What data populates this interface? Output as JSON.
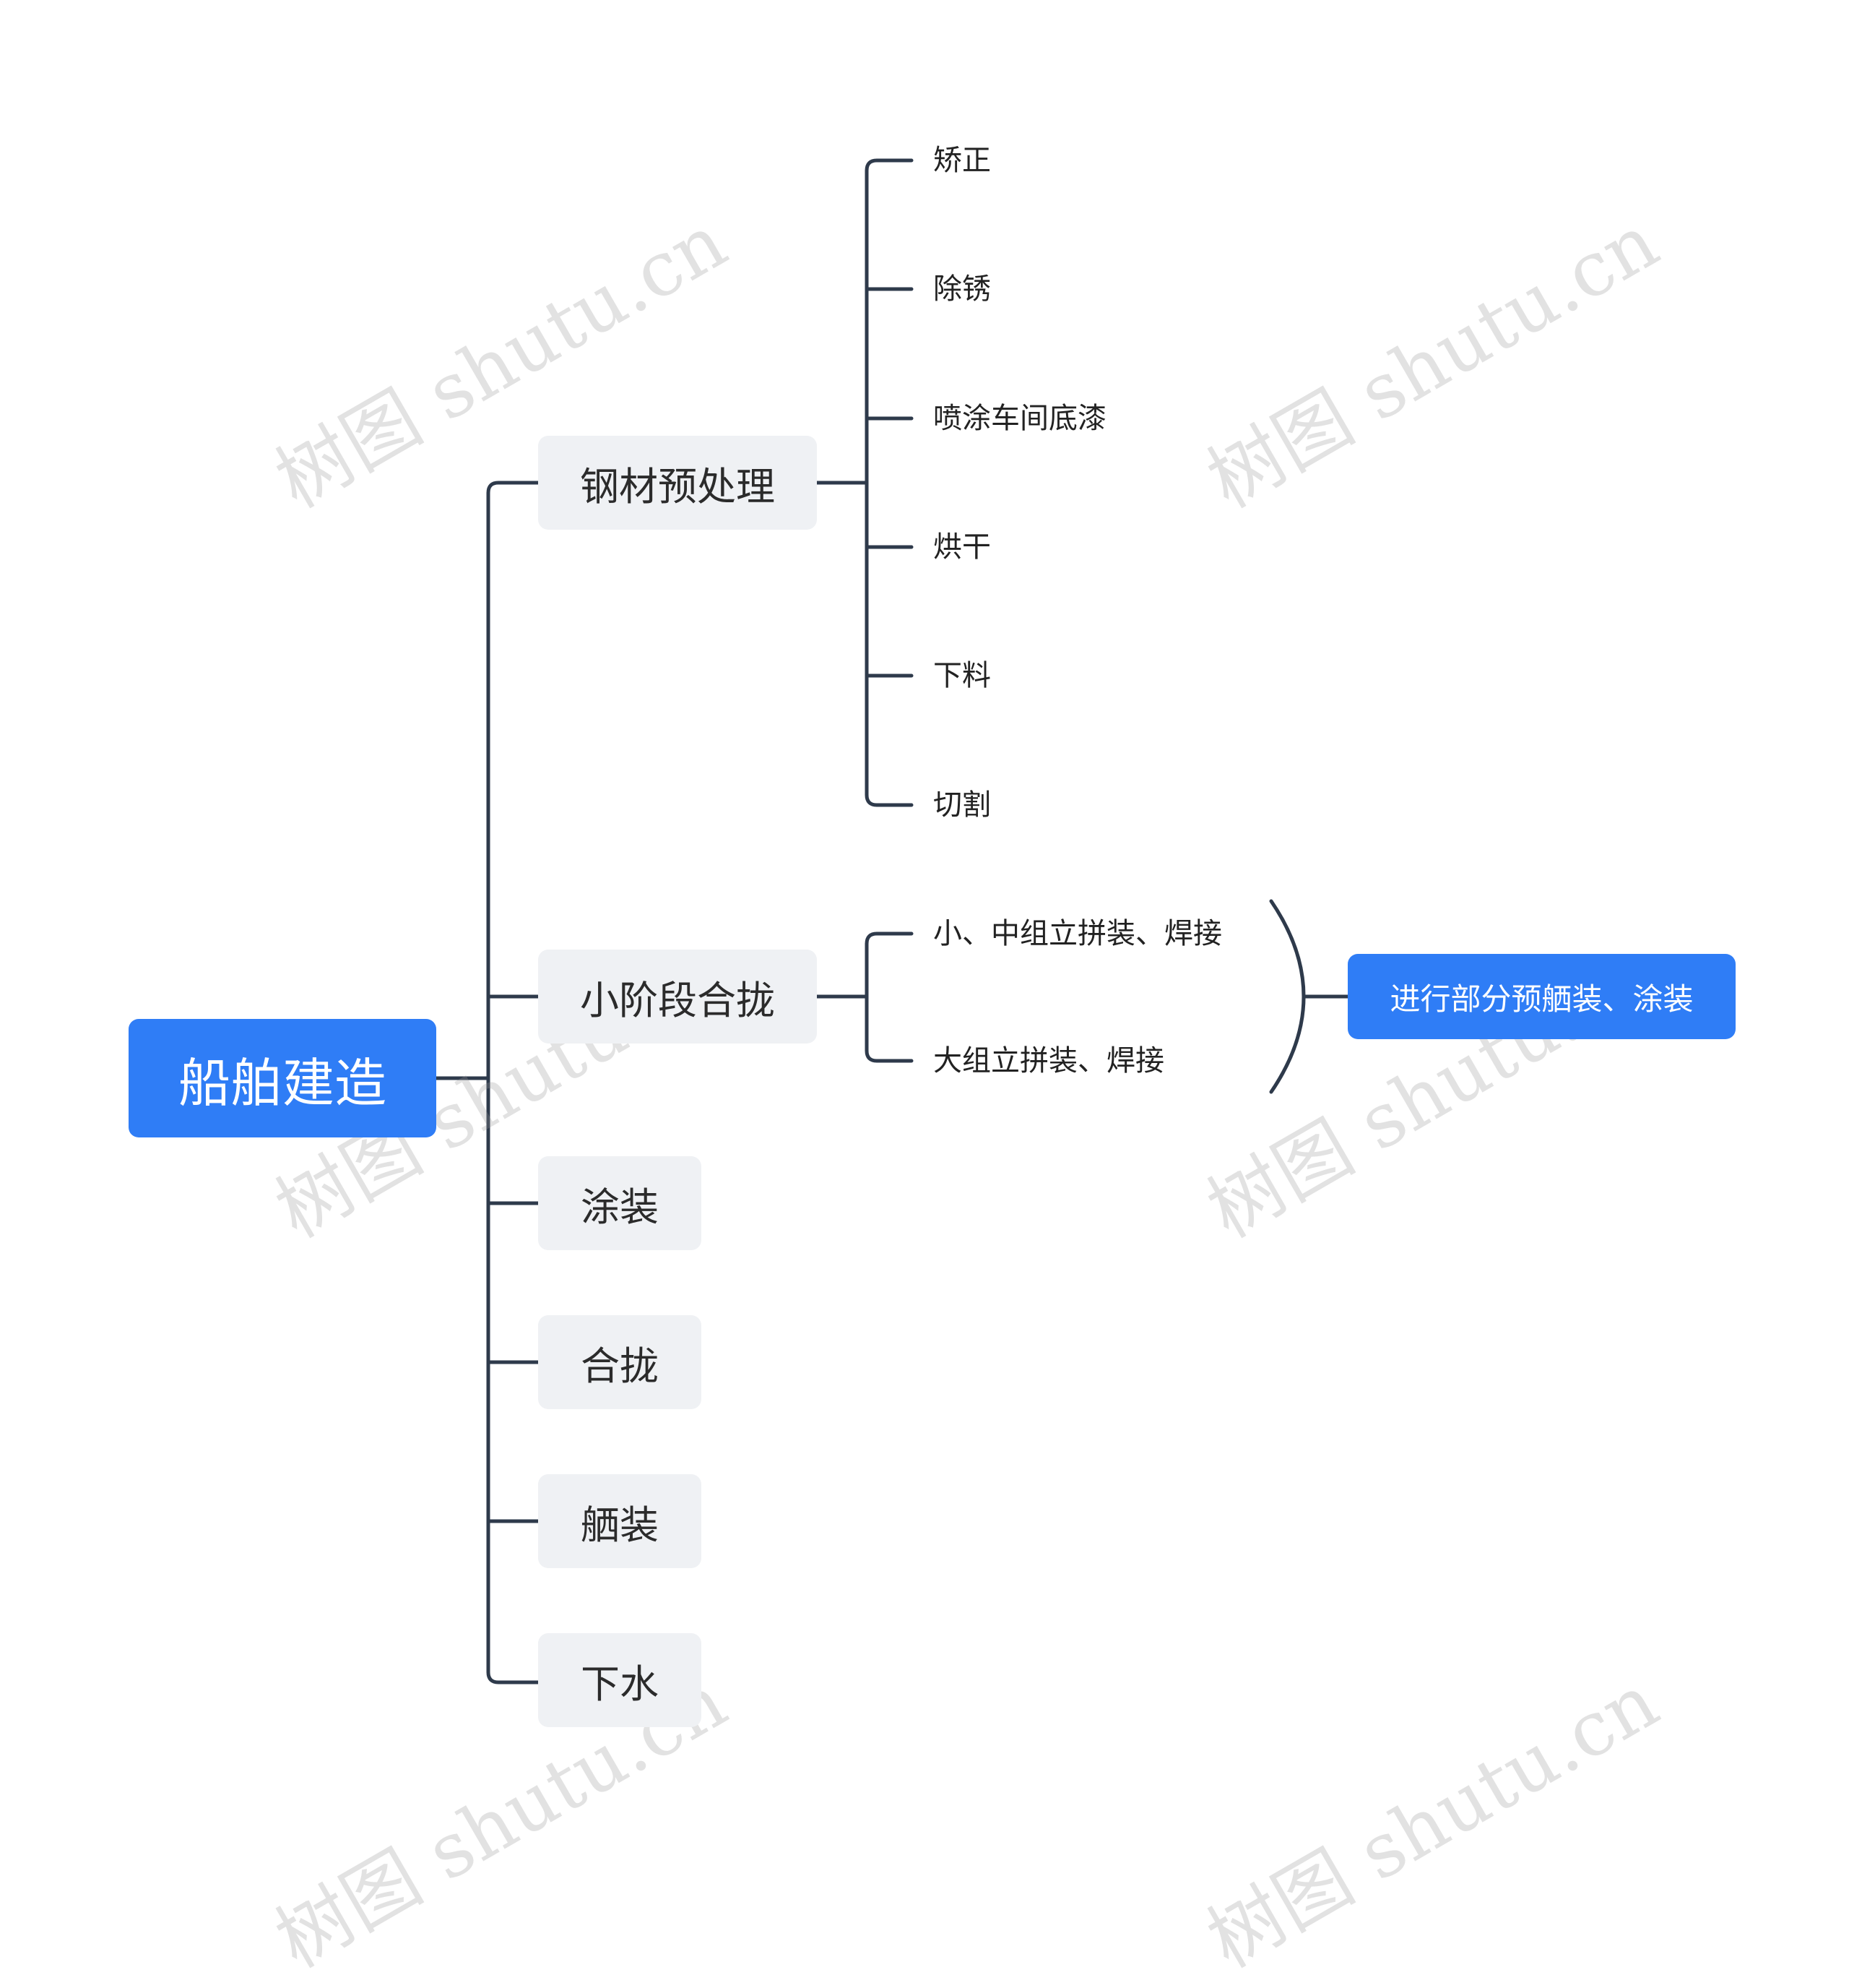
{
  "root": {
    "label": "船舶建造"
  },
  "branches": [
    {
      "label": "钢材预处理",
      "children": [
        "矫正",
        "除锈",
        "喷涂车间底漆",
        "烘干",
        "下料",
        "切割"
      ]
    },
    {
      "label": "小阶段合拢",
      "children": [
        "小、中组立拼装、焊接",
        "大组立拼装、焊接"
      ],
      "summary": "进行部分预舾装、涂装"
    },
    {
      "label": "涂装"
    },
    {
      "label": "合拢"
    },
    {
      "label": "舾装"
    },
    {
      "label": "下水"
    }
  ],
  "watermark": "树图 shutu.cn",
  "colors": {
    "accent": "#2f7df6",
    "branch_bg": "#eff1f4",
    "line": "#2e3a4b"
  }
}
